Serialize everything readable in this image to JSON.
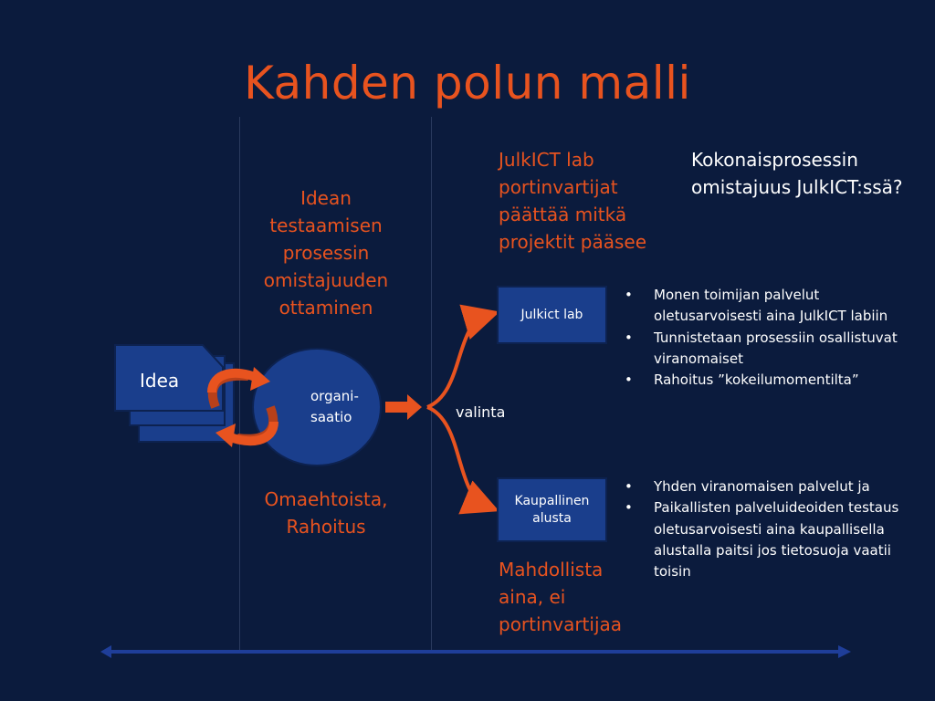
{
  "title": "Kahden polun malli",
  "ownership_text": [
    "Idean",
    "testaamisen",
    "prosessin",
    "omistajuuden",
    "ottaminen"
  ],
  "omaehtoista_text": [
    "Omaehtoista,",
    "Rahoitus"
  ],
  "idea_label": "Idea",
  "organisation_label": [
    "organi-",
    "saatio"
  ],
  "choice_label": "valinta",
  "gatekeepers_text": [
    "JulkICT lab",
    "portinvartijat",
    "päättää mitkä",
    "projektit pääsee"
  ],
  "question_text": [
    "Kokonaisprosessin",
    "omistajuus JulkICT:ssä?"
  ],
  "julkict_box": "Julkict lab",
  "commercial_box": [
    "Kaupallinen",
    "alusta"
  ],
  "julkict_bullets": [
    [
      "Monen toimijan palvelut",
      "oletusarvoisesti aina JulkICT labiin"
    ],
    [
      "Tunnistetaan prosessiin osallistuvat",
      "viranomaiset"
    ],
    [
      "Rahoitus ”kokeilumomentilta”"
    ]
  ],
  "commercial_bullets": [
    [
      "Yhden viranomaisen palvelut ja"
    ],
    [
      "Paikallisten palveluideoiden testaus",
      "oletusarvoisesti aina kaupallisella",
      "alustalla paitsi jos tietosuoja vaatii",
      "toisin"
    ]
  ],
  "possible_text": [
    "Mahdollista",
    "aina, ei",
    "portinvartijaa"
  ],
  "colors": {
    "background": "#0b1b3d",
    "accent": "#e8531f",
    "box_fill": "#1a3e8c",
    "timeline": "#1f3e99"
  }
}
